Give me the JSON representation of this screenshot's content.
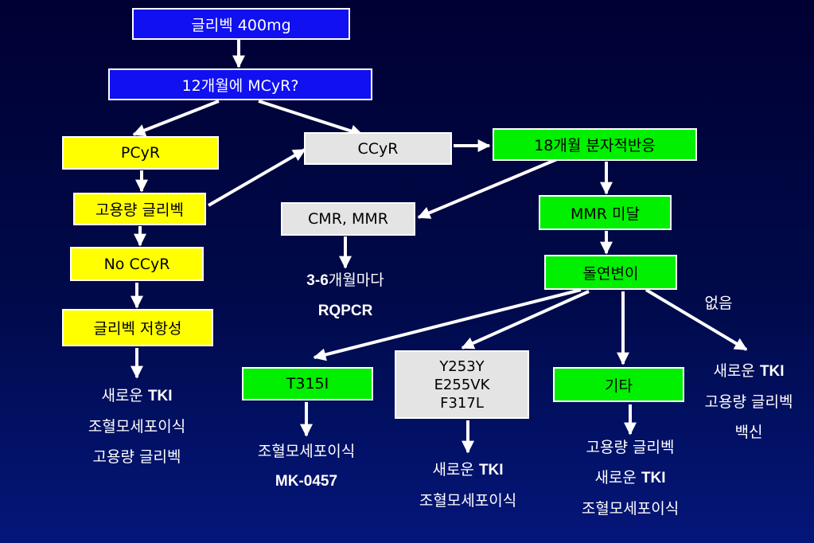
{
  "nodes": {
    "imatinib_400": "글리벡 400mg",
    "mcyr_12m": "12개월에 MCyR?",
    "pcyr": "PCyR",
    "ccyr": "CCyR",
    "molecular_18m": "18개월 분자적반응",
    "high_dose_imatinib": "고용량 글리벡",
    "cmr_mmr": "CMR, MMR",
    "mmr_not_reached": "MMR 미달",
    "no_ccyr": "No CCyR",
    "mutation": "돌연변이",
    "imatinib_resistance": "글리벡 저항성",
    "t315i": "T315I",
    "mutations_group": [
      "Y253Y",
      "E255VK",
      "F317L"
    ],
    "other": "기타"
  },
  "labels": {
    "none": "없음"
  },
  "outcomes": {
    "cmr_followup": {
      "line1_bold": "3-6",
      "line1_text": "개월마다",
      "line2": "RQPCR"
    },
    "resistance": {
      "new_tki_text": "새로운 ",
      "new_tki_bold": "TKI",
      "line2": "조혈모세포이식",
      "line3": "고용량 글리벡"
    },
    "t315i": {
      "line1": "조혈모세포이식",
      "line2": "MK-0457"
    },
    "mutations_group": {
      "new_tki_text": "새로운 ",
      "new_tki_bold": "TKI",
      "line2": "조혈모세포이식"
    },
    "other": {
      "line1": "고용량 글리벡",
      "new_tki_text": "새로운 ",
      "new_tki_bold": "TKI",
      "line3": "조혈모세포이식"
    },
    "none": {
      "new_tki_text": "새로운 ",
      "new_tki_bold": "TKI",
      "line2": "고용량 글리벡",
      "line3": "백신"
    }
  },
  "colors": {
    "blue_box": "#1010f0",
    "yellow_box": "#ffff00",
    "green_box": "#00f000",
    "gray_box": "#e4e4e4",
    "arrow": "#ffffff",
    "background": "#000a4a"
  }
}
